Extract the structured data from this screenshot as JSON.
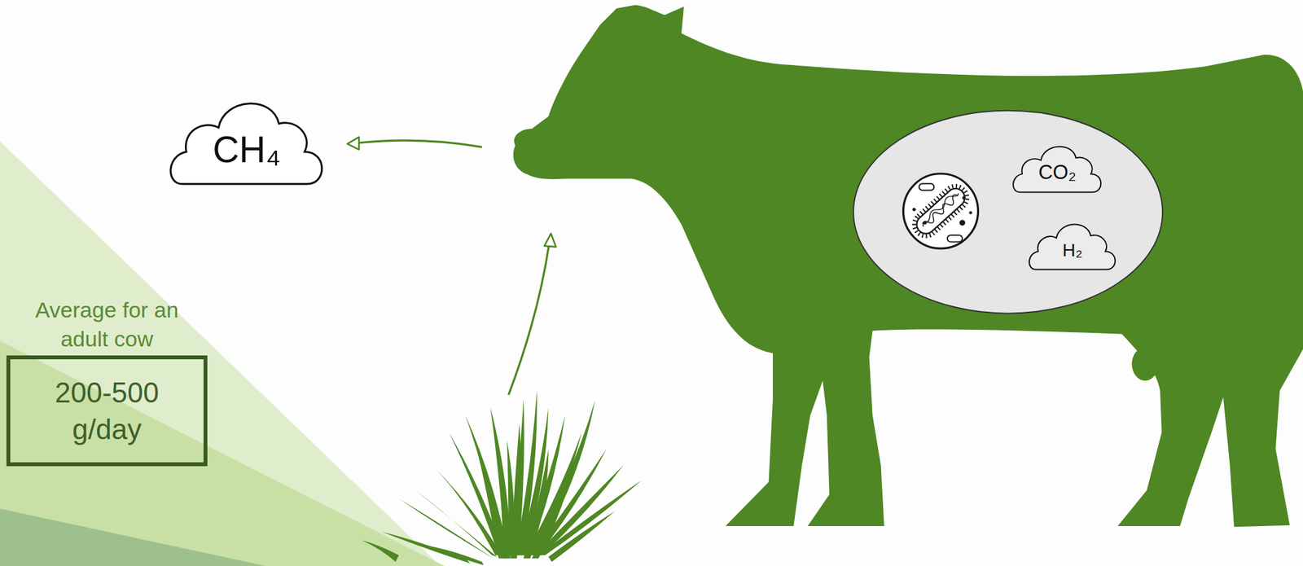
{
  "diagram": {
    "nodes": [
      {
        "text": [
          "CH₄"
        ]
      },
      {
        "text": [
          "Average for an adult cow",
          "200-500 g/day"
        ]
      },
      {
        "text": [
          "CO₂"
        ]
      },
      {
        "text": [
          "H₂"
        ]
      }
    ]
  }
}
